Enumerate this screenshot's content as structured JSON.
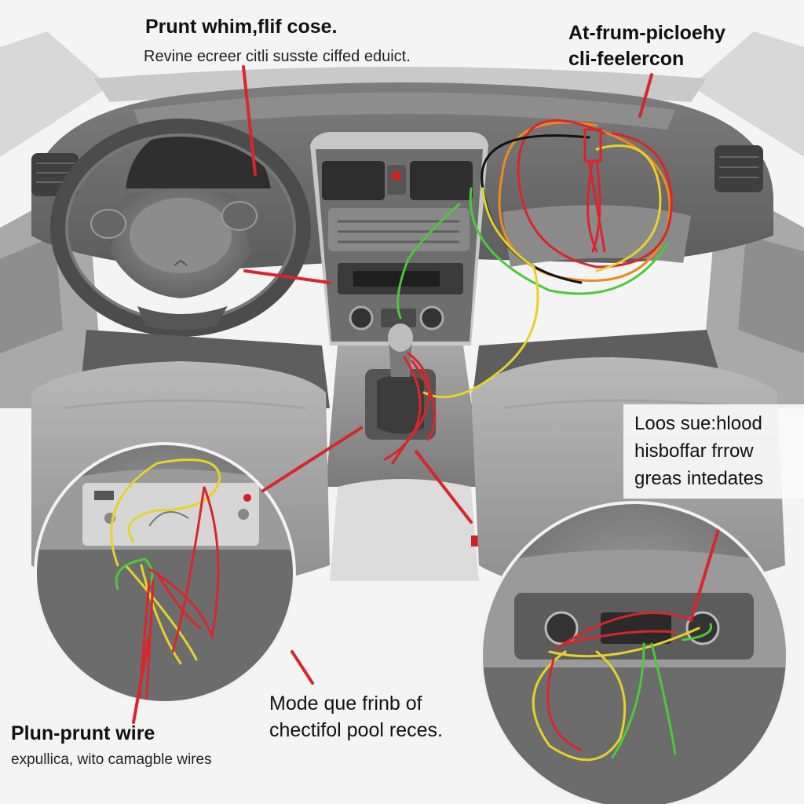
{
  "labels": {
    "top_left": {
      "title": "Prunt whim,flif cose.",
      "subtitle": "Revine ecreer citli susste ciffed eduict."
    },
    "top_right": {
      "line1": "At-frum-picloehy",
      "line2": "cli-feelercon"
    },
    "mid_right": {
      "line1": "Loos sue:hlood",
      "line2": "hisboffar frrow",
      "line3": "greas intedates"
    },
    "bottom_mid": {
      "line1": "Mode que frinb of",
      "line2": "chectifol pool reces."
    },
    "bottom_left": {
      "title": "Plun-prunt wire",
      "subtitle": "expullica, wito camagble wires"
    }
  },
  "colors": {
    "wire_red": "#d8262b",
    "wire_yellow": "#e6d22a",
    "wire_green": "#4cc93a",
    "wire_orange": "#ee8a1e",
    "pointer_red": "#d8262b",
    "interior_grey": "#9a9a9a"
  }
}
